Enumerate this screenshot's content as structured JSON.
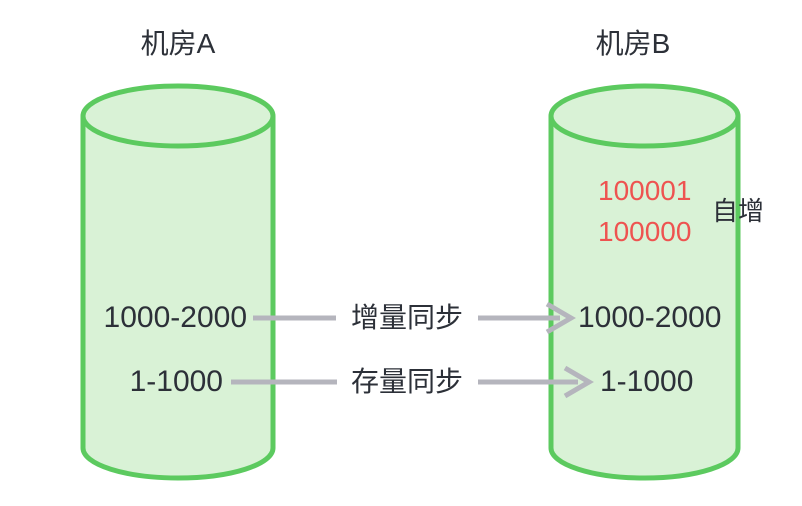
{
  "diagram": {
    "left_room": {
      "title": "机房A",
      "rows": [
        "1000-2000",
        "1-1000"
      ]
    },
    "right_room": {
      "title": "机房B",
      "auto_increment_values": [
        "100001",
        "100000"
      ],
      "auto_increment_label": "自增",
      "rows": [
        "1000-2000",
        "1-1000"
      ]
    },
    "sync_labels": {
      "incremental": "增量同步",
      "full": "存量同步"
    },
    "colors": {
      "cylinder_stroke": "#5cca5f",
      "cylinder_fill": "#d9f2d6",
      "arrow_gray": "#b5b5bd",
      "text_dark": "#2c3038",
      "highlight_red": "#ee5350"
    }
  }
}
